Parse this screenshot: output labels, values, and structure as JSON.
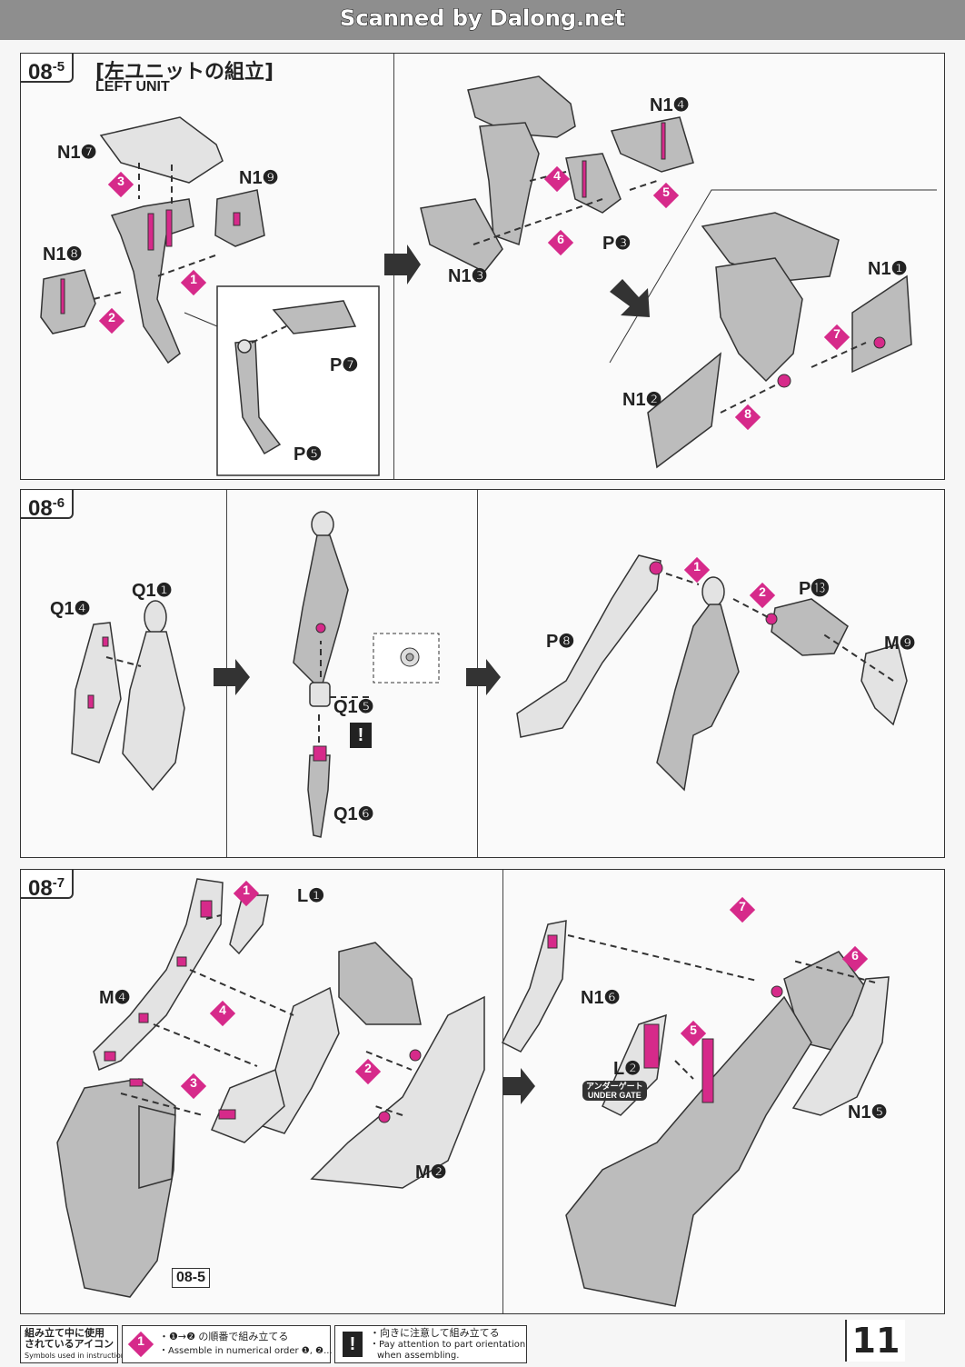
{
  "watermark": "Scanned by Dalong.net",
  "sections": {
    "s085": {
      "code": "08",
      "sub": "-5",
      "title_jp": "[左ユニットの組立]",
      "title_en": "LEFT UNIT"
    },
    "s086": {
      "code": "08",
      "sub": "-6"
    },
    "s087": {
      "code": "08",
      "sub": "-7",
      "ref": "08-5"
    }
  },
  "parts": {
    "n17": "N1❼",
    "n19": "N1❾",
    "n18": "N1❽",
    "p7": "P❼",
    "p5": "P❺",
    "n14": "N1❹",
    "p3": "P❸",
    "n13": "N1❸",
    "n11": "N1❶",
    "n12": "N1❷",
    "q14": "Q1❹",
    "q11": "Q1❶",
    "q15": "Q1❺",
    "q16": "Q1❻",
    "p13": "P⓭",
    "p8": "P❽",
    "m9": "M❾",
    "l1": "L❶",
    "m4": "M❹",
    "m2": "M❷",
    "n16": "N1❻",
    "l2": "L❷",
    "n15": "N1❺"
  },
  "under_gate": {
    "jp": "アンダーゲート",
    "en": "UNDER GATE"
  },
  "steps": {
    "s1": "1",
    "s2": "2",
    "s3": "3",
    "s4": "4",
    "s5": "5",
    "s6": "6",
    "s7": "7",
    "s8": "8"
  },
  "legend": {
    "icons_title_jp_1": "組み立て中に使用",
    "icons_title_jp_2": "されているアイコン",
    "icons_title_en": "Symbols used in instructions",
    "order_jp": "・❶→❷ の順番で組み立てる",
    "order_en": "・Assemble in numerical order ❶, ❷...",
    "warn_jp": "・向きに注意して組み立てる",
    "warn_en_1": "・Pay attention to part orientation",
    "warn_en_2": "when assembling.",
    "warn_icon": "!"
  },
  "page_number": "11",
  "colors": {
    "accent": "#d62a8a",
    "part": "#bcbcbc",
    "band": "#8e8e8e"
  }
}
